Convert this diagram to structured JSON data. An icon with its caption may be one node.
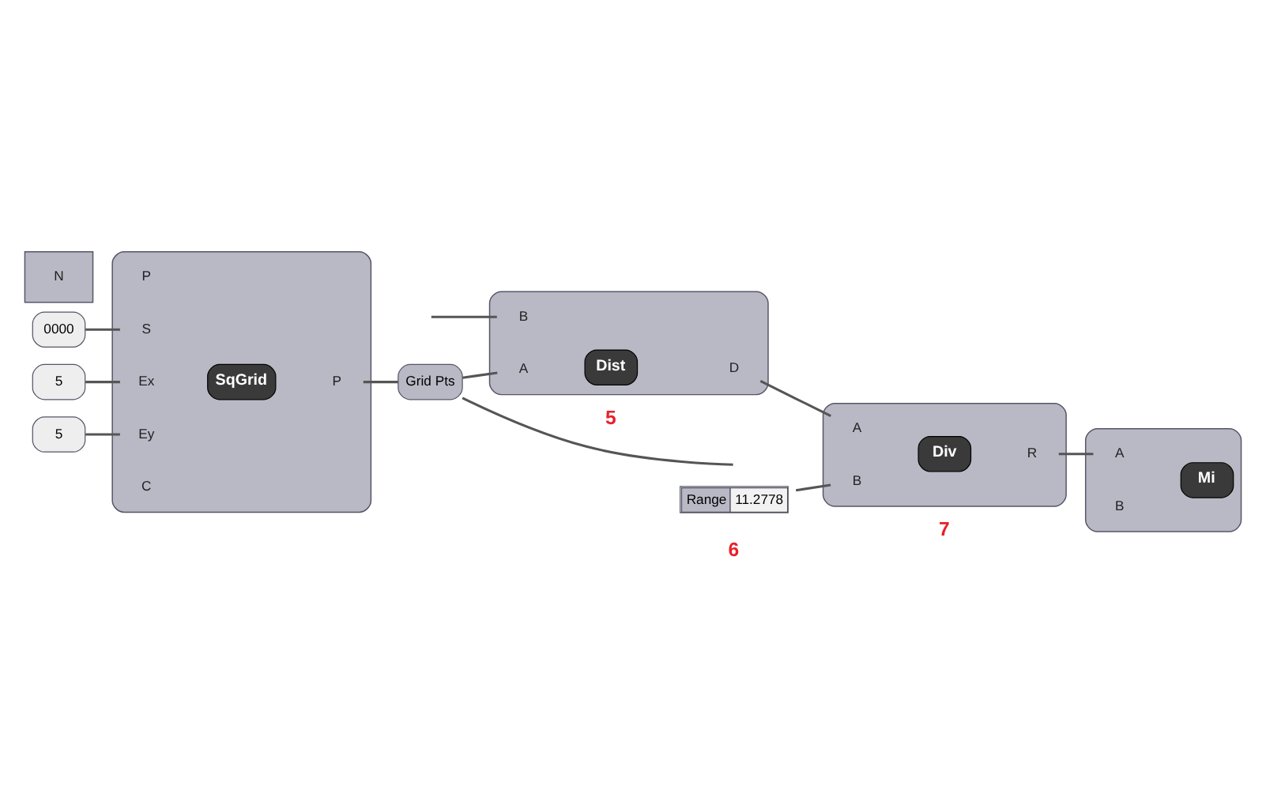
{
  "diagram": {
    "nodes": [
      {
        "text": [
          "0000"
        ]
      },
      {
        "text": [
          "5"
        ]
      },
      {
        "text": [
          "5"
        ]
      },
      {
        "text": [
          "SqGrid"
        ]
      },
      {
        "text": [
          "P"
        ],
        "in": 3
      },
      {
        "text": [
          "S"
        ],
        "in": 3
      },
      {
        "text": [
          "Ex"
        ],
        "in": 3
      },
      {
        "text": [
          "Ey"
        ],
        "in": 3
      },
      {
        "text": [
          "C"
        ],
        "in": 3
      },
      {
        "text": [
          "P"
        ],
        "in": 3
      },
      {
        "text": [
          "Grid Pts"
        ]
      },
      {
        "text": [
          "Dist"
        ],
        "beside": [
          "5"
        ]
      },
      {
        "text": [
          "A"
        ],
        "in": 11
      },
      {
        "text": [
          "B"
        ],
        "in": 11
      },
      {
        "text": [
          "D"
        ],
        "in": 11
      },
      {
        "text": [
          "Div"
        ],
        "beside": [
          "7"
        ]
      },
      {
        "text": [
          "A"
        ],
        "in": 15
      },
      {
        "text": [
          "B"
        ],
        "in": 15
      },
      {
        "text": [
          "R"
        ],
        "in": 15
      },
      {
        "text": [
          "Mi"
        ]
      },
      {
        "text": [
          "A"
        ],
        "in": 19
      },
      {
        "text": [
          "B"
        ],
        "in": 19
      },
      {
        "text": [],
        "shape": "box"
      },
      {
        "text": [
          "N"
        ],
        "in": 22
      },
      {
        "text": [
          "Range",
          "11.2778"
        ],
        "beside": [
          "6"
        ]
      }
    ],
    "edges": [
      {
        "from": 0,
        "to": 5,
        "arrow": "none"
      },
      {
        "from": 1,
        "to": 6,
        "arrow": "none"
      },
      {
        "from": 2,
        "to": 7,
        "arrow": "none"
      },
      {
        "from": 9,
        "to": 10,
        "arrow": "none"
      },
      {
        "from": 10,
        "to": 12,
        "arrow": "none"
      },
      {
        "from": 10,
        "to": null,
        "arrow": "none"
      },
      {
        "from": null,
        "to": 13,
        "arrow": "none"
      },
      {
        "from": 14,
        "to": 16,
        "arrow": "none"
      },
      {
        "from": 24,
        "to": 17,
        "arrow": "none"
      },
      {
        "from": 18,
        "to": 20,
        "arrow": "none"
      }
    ]
  }
}
